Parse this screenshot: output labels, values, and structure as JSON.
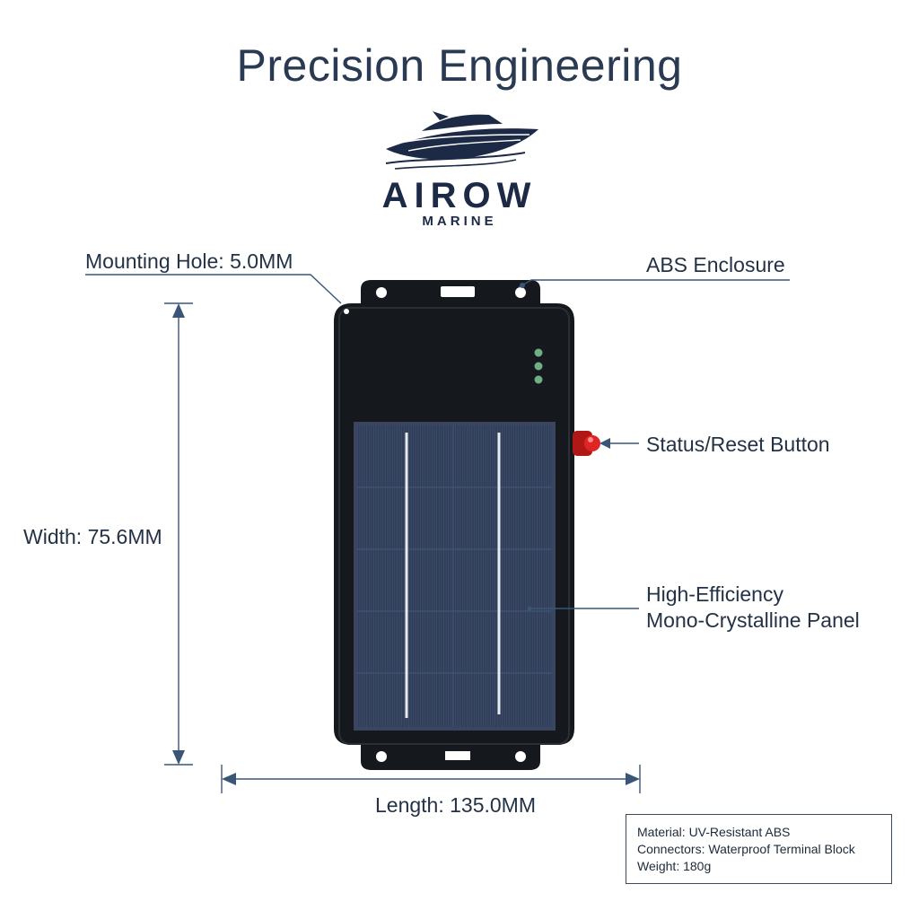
{
  "title": "Precision Engineering",
  "brand": {
    "name": "AIROW",
    "sub": "MARINE"
  },
  "callouts": {
    "mounting_hole": "Mounting Hole: 5.0MM",
    "enclosure": "ABS Enclosure",
    "button": "Status/Reset Button",
    "panel_line1": "High-Efficiency",
    "panel_line2": "Mono-Crystalline Panel"
  },
  "dimensions": {
    "width": "Width: 75.6MM",
    "length": "Length: 135.0MM"
  },
  "specs": [
    "Material: UV-Resistant ABS",
    "Connectors: Waterproof Terminal Block",
    "Weight: 180g"
  ],
  "colors": {
    "enclosure": "#15181c",
    "panel": "#2c3a55",
    "leader": "#3a5676",
    "button": "#d21f1f",
    "led": "#6fae86",
    "brand": "#1c2a45"
  },
  "icons": [
    "boat-logo-icon"
  ]
}
